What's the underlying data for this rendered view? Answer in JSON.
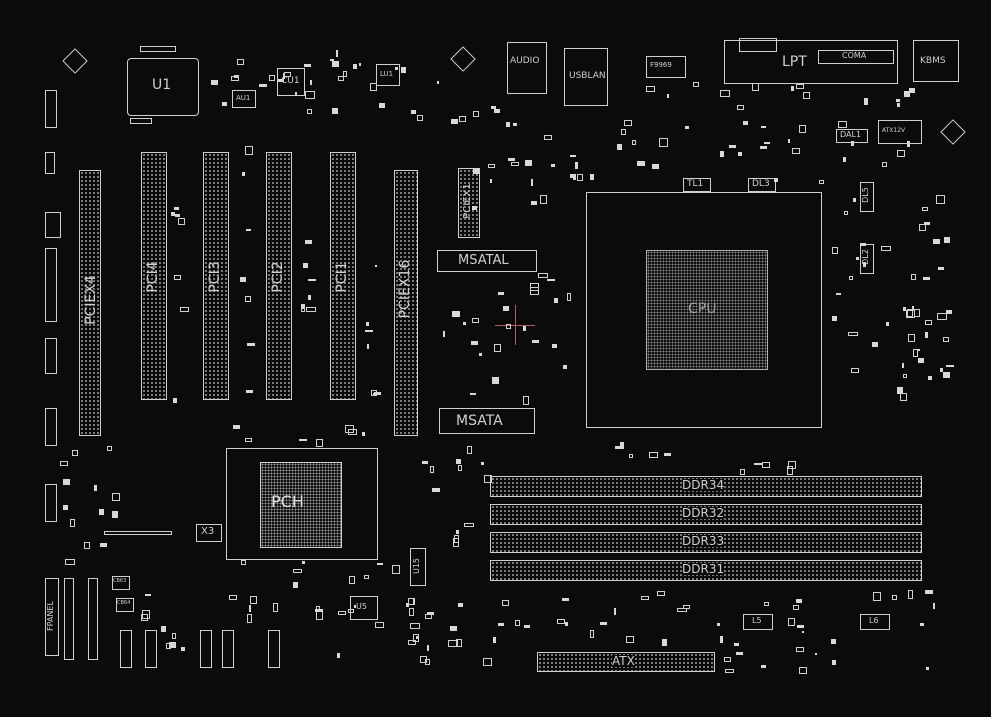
{
  "components": {
    "u1": "U1",
    "cu1": "CU1",
    "au1": "AU1",
    "lu1": "LU1",
    "audio": "AUDIO",
    "usblan": "USBLAN",
    "lpt": "LPT",
    "coma": "COMA",
    "kbms": "KBMS",
    "pciex4": "PCIEX4",
    "pci4": "PCI4",
    "pci3": "PCI3",
    "pci2": "PCI2",
    "pci1": "PCI1",
    "pciex16": "PCIEX16",
    "pciex1": "PCIEX1",
    "msatal": "MSATAL",
    "msata": "MSATA",
    "pch": "PCH",
    "x3": "X3",
    "u15": "U15",
    "u5": "U5",
    "ddr34": "DDR34",
    "ddr32": "DDR32",
    "ddr33": "DDR33",
    "ddr31": "DDR31",
    "atx": "ATX",
    "atx12v": "ATX12V",
    "tl1": "TL1",
    "dl3": "DL3",
    "dl5": "DL5",
    "dl2": "DL2",
    "dal1": "DAL1",
    "l5": "L5",
    "l6": "L6",
    "fpanel": "FPANEL",
    "cpu": "CPU",
    "f9969": "F9969",
    "cb63": "CB63",
    "cb64": "CB64"
  }
}
